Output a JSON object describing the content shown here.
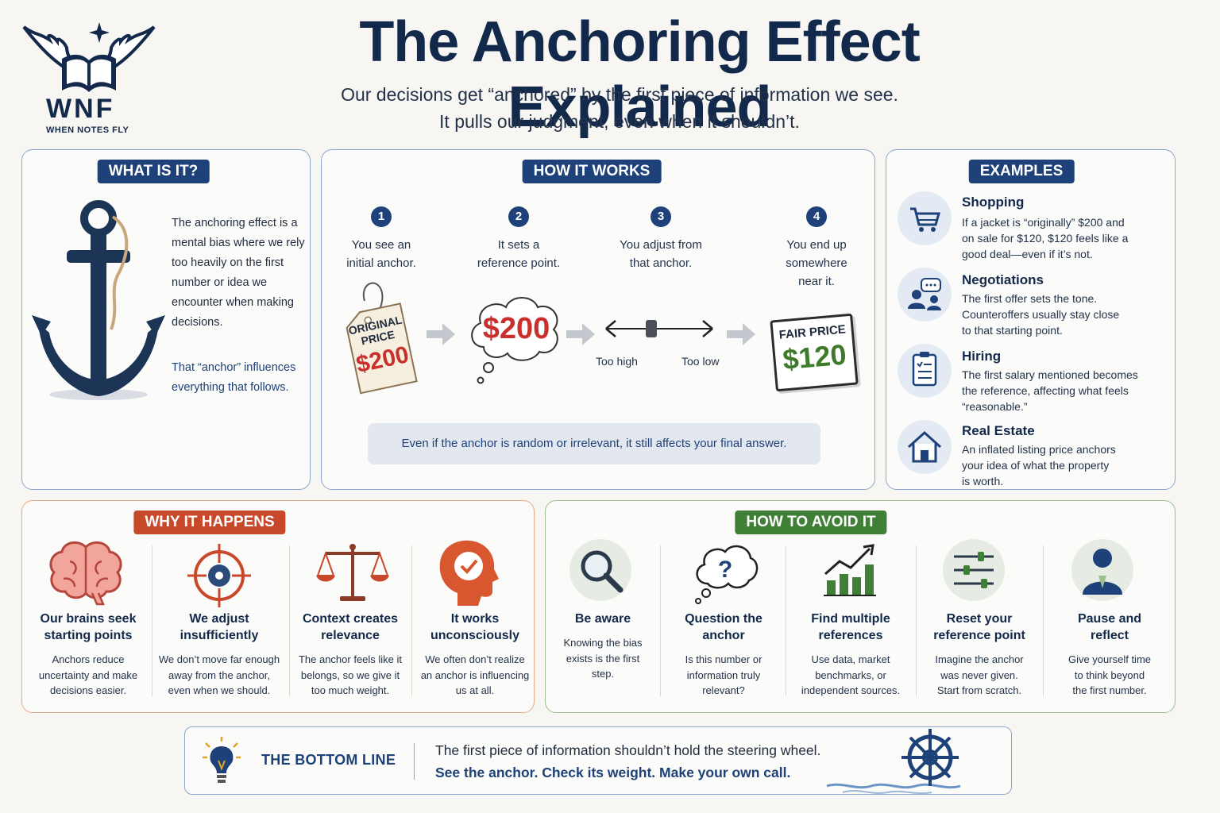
{
  "logo": {
    "word": "WNF",
    "tagline": "WHEN NOTES FLY"
  },
  "header": {
    "title": "The Anchoring Effect Explained",
    "subtitle_line1": "Our decisions get “anchored” by the first piece of information we see.",
    "subtitle_line2": "It pulls our judgment, even when it shouldn’t."
  },
  "what": {
    "tag": "WHAT IS IT?",
    "lines": [
      "The anchoring effect is a",
      "mental bias where we rely",
      "too heavily on the first",
      "number or idea we",
      "encounter when making",
      "decisions."
    ],
    "note_lines": [
      "That “anchor” influences",
      "everything that follows."
    ]
  },
  "how": {
    "tag": "HOW IT WORKS",
    "steps": [
      {
        "num": "1",
        "l1": "You see an",
        "l2": "initial anchor.",
        "l3": ""
      },
      {
        "num": "2",
        "l1": "It sets a",
        "l2": "reference point.",
        "l3": ""
      },
      {
        "num": "3",
        "l1": "You adjust from",
        "l2": "that anchor.",
        "l3": ""
      },
      {
        "num": "4",
        "l1": "You end up",
        "l2": "somewhere",
        "l3": "near it."
      }
    ],
    "price_tag": {
      "line1": "ORIGINAL",
      "line2": "PRICE",
      "amount": "$200"
    },
    "cloud_amount": "$200",
    "slider": {
      "left": "Too high",
      "right": "Too low"
    },
    "fair": {
      "label": "FAIR PRICE",
      "amount": "$120"
    },
    "banner": "Even if the anchor is random or irrelevant, it still affects your final answer."
  },
  "examples": {
    "tag": "EXAMPLES",
    "items": [
      {
        "icon": "shopping-cart-icon",
        "title": "Shopping",
        "lines": [
          "If a jacket is “originally” $200 and",
          "on sale for $120, $120 feels like a",
          "good deal—even if it’s not."
        ]
      },
      {
        "icon": "negotiation-icon",
        "title": "Negotiations",
        "lines": [
          "The first offer sets the tone.",
          "Counteroffers usually stay close",
          "to that starting point."
        ]
      },
      {
        "icon": "clipboard-icon",
        "title": "Hiring",
        "lines": [
          "The first salary mentioned becomes",
          "the reference, affecting what feels",
          "“reasonable.”"
        ]
      },
      {
        "icon": "house-icon",
        "title": "Real Estate",
        "lines": [
          "An inflated listing price anchors",
          "your idea of what the property",
          "is worth."
        ]
      }
    ]
  },
  "why": {
    "tag": "WHY IT HAPPENS",
    "items": [
      {
        "icon": "brain-icon",
        "t1": "Our brains seek",
        "t2": "starting points",
        "b1": "Anchors reduce",
        "b2": "uncertainty and make",
        "b3": "decisions easier."
      },
      {
        "icon": "target-icon",
        "t1": "We adjust",
        "t2": "insufficiently",
        "b1": "We don’t move far enough",
        "b2": "away from the anchor,",
        "b3": "even when we should."
      },
      {
        "icon": "scales-icon",
        "t1": "Context creates",
        "t2": "relevance",
        "b1": "The anchor feels like it",
        "b2": "belongs, so we give it",
        "b3": "too much weight."
      },
      {
        "icon": "head-check-icon",
        "t1": "It works",
        "t2": "unconsciously",
        "b1": "We often don’t realize",
        "b2": "an anchor is influencing",
        "b3": "us at all."
      }
    ]
  },
  "avoid": {
    "tag": "HOW TO AVOID IT",
    "items": [
      {
        "icon": "magnifier-icon",
        "t1": "Be aware",
        "t2": "",
        "b1": "Knowing the bias",
        "b2": "exists is the first",
        "b3": "step."
      },
      {
        "icon": "question-cloud-icon",
        "t1": "Question the",
        "t2": "anchor",
        "b1": "Is this number or",
        "b2": "information truly",
        "b3": "relevant?"
      },
      {
        "icon": "bar-chart-icon",
        "t1": "Find multiple",
        "t2": "references",
        "b1": "Use data, market",
        "b2": "benchmarks, or",
        "b3": "independent sources."
      },
      {
        "icon": "sliders-icon",
        "t1": "Reset your",
        "t2": "reference point",
        "b1": "Imagine the anchor",
        "b2": "was never given.",
        "b3": "Start from scratch."
      },
      {
        "icon": "person-icon",
        "t1": "Pause and",
        "t2": "reflect",
        "b1": "Give yourself time",
        "b2": "to think beyond",
        "b3": "the first number."
      }
    ]
  },
  "bottom": {
    "label": "THE BOTTOM LINE",
    "line1": "The first piece of information shouldn’t hold the steering wheel.",
    "line2": "See the anchor. Check its weight. Make your own call."
  },
  "colors": {
    "navy": "#13294b",
    "blue_tag": "#1d4178",
    "orange_tag": "#c8482a",
    "green_tag": "#3f7f36",
    "price_red": "#c9302c",
    "fair_green": "#3d7a2a"
  }
}
